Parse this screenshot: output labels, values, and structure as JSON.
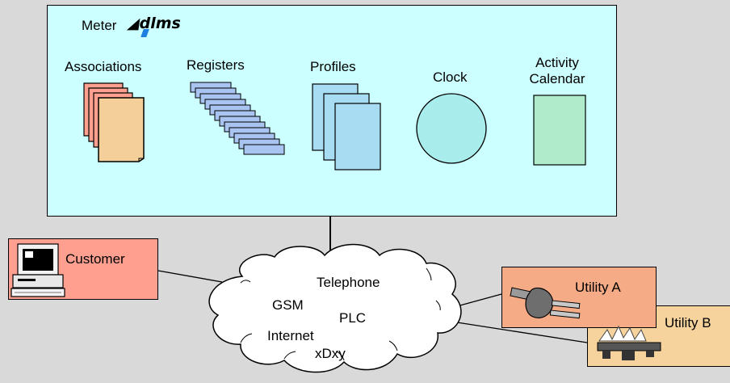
{
  "meter": {
    "title": "Meter",
    "logo_text": "dlms",
    "objects": {
      "associations": "Associations",
      "registers": "Registers",
      "profiles": "Profiles",
      "clock": "Clock",
      "activity_calendar_line1": "Activity",
      "activity_calendar_line2": "Calendar"
    }
  },
  "network": {
    "telephone": "Telephone",
    "gsm": "GSM",
    "plc": "PLC",
    "internet": "Internet",
    "xdxy": "xDxy"
  },
  "customer": {
    "label": "Customer",
    "icon": "computer-icon"
  },
  "utility_a": {
    "label": "Utility A",
    "icon": "power-plug-icon"
  },
  "utility_b": {
    "label": "Utility B",
    "icon": "gas-flame-icon"
  },
  "colors": {
    "background": "#d9d9d9",
    "meter_box": "#ccffff",
    "customer_box": "#ff9f8f",
    "utility_a_box": "#f5ab86",
    "utility_b_box": "#f6d39c",
    "associations_doc": "#f5cf9a",
    "registers_stack": "#a9c4f0",
    "profiles_doc": "#a8dcf2",
    "clock": "#a8ecec",
    "calendar": "#b0eccc"
  }
}
